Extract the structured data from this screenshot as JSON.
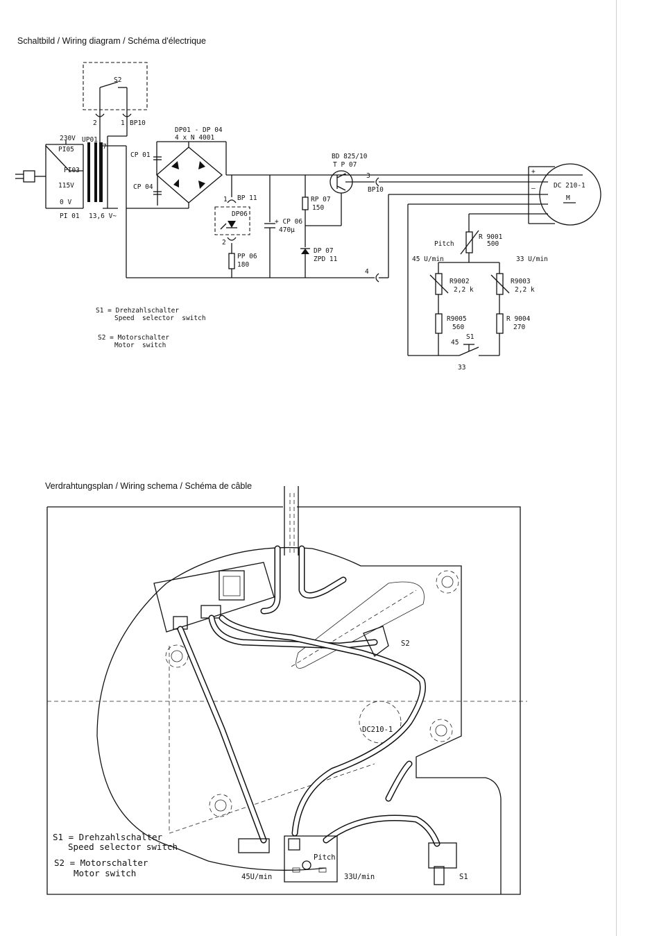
{
  "schematic": {
    "title": "Schaltbild / Wiring diagram / Schéma d'électrique",
    "labels": {
      "s2": "S2",
      "bp10_top": "BP10",
      "pin2": "2",
      "pin1": "1",
      "v230": "230V",
      "up01": "UP01",
      "pi05": "PI05",
      "pi03": "PI03",
      "v115": "115V",
      "v0": "0 V",
      "pi01": "PI 01",
      "v136": "13,6 V~",
      "pin7": "7",
      "dp_range": "DP01 - DP 04",
      "dp_type": "4 x N 4001",
      "cp01": "CP 01",
      "cp04": "CP 04",
      "bp11": "BP 11",
      "bp11_1": "1",
      "bp11_2": "2",
      "dp06": "DP06",
      "pp06": "PP 06",
      "pp06_val": "180",
      "cp06": "+ CP 06",
      "cp06_val": "470μ",
      "rp07": "RP 07",
      "rp07_val": "150",
      "dp07": "DP 07",
      "dp07_type": "ZPD 11",
      "tp_type": "BD 825/10",
      "tp07": "T P 07",
      "pin3": "3",
      "bp10_right": "BP10",
      "pin4": "4",
      "motor": "DC 210-1",
      "motor_m": "M",
      "plus": "+",
      "minus": "–",
      "pitch": "Pitch",
      "r9001": "R 9001",
      "r9001_val": "500",
      "rpm45": "45 U/min",
      "rpm33": "33 U/min",
      "r9002": "R9002",
      "r9002_val": "2,2 k",
      "r9003": "R9003",
      "r9003_val": "2,2 k",
      "r9005": "R9005",
      "r9005_val": "560",
      "r9004": "R 9004",
      "r9004_val": "270",
      "s1": "S1",
      "s1_45": "45",
      "s1_33": "33"
    },
    "legend": {
      "s1_de": "S1 = Drehzahlschalter",
      "s1_en": "Speed  selector  switch",
      "s2_de": "S2 = Motorschalter",
      "s2_en": "Motor  switch"
    }
  },
  "wiring": {
    "title": "Verdrahtungsplan / Wiring schema / Schéma de câble",
    "labels": {
      "s2": "S2",
      "motor": "DC210-1",
      "pitch": "Pitch",
      "rpm45": "45U/min",
      "rpm33": "33U/min",
      "s1": "S1"
    },
    "legend": {
      "s1_de": "S1 = Drehzahlschalter",
      "s1_en": "Speed selector switch",
      "s2_de": "S2 = Motorschalter",
      "s2_en": "Motor switch"
    }
  }
}
